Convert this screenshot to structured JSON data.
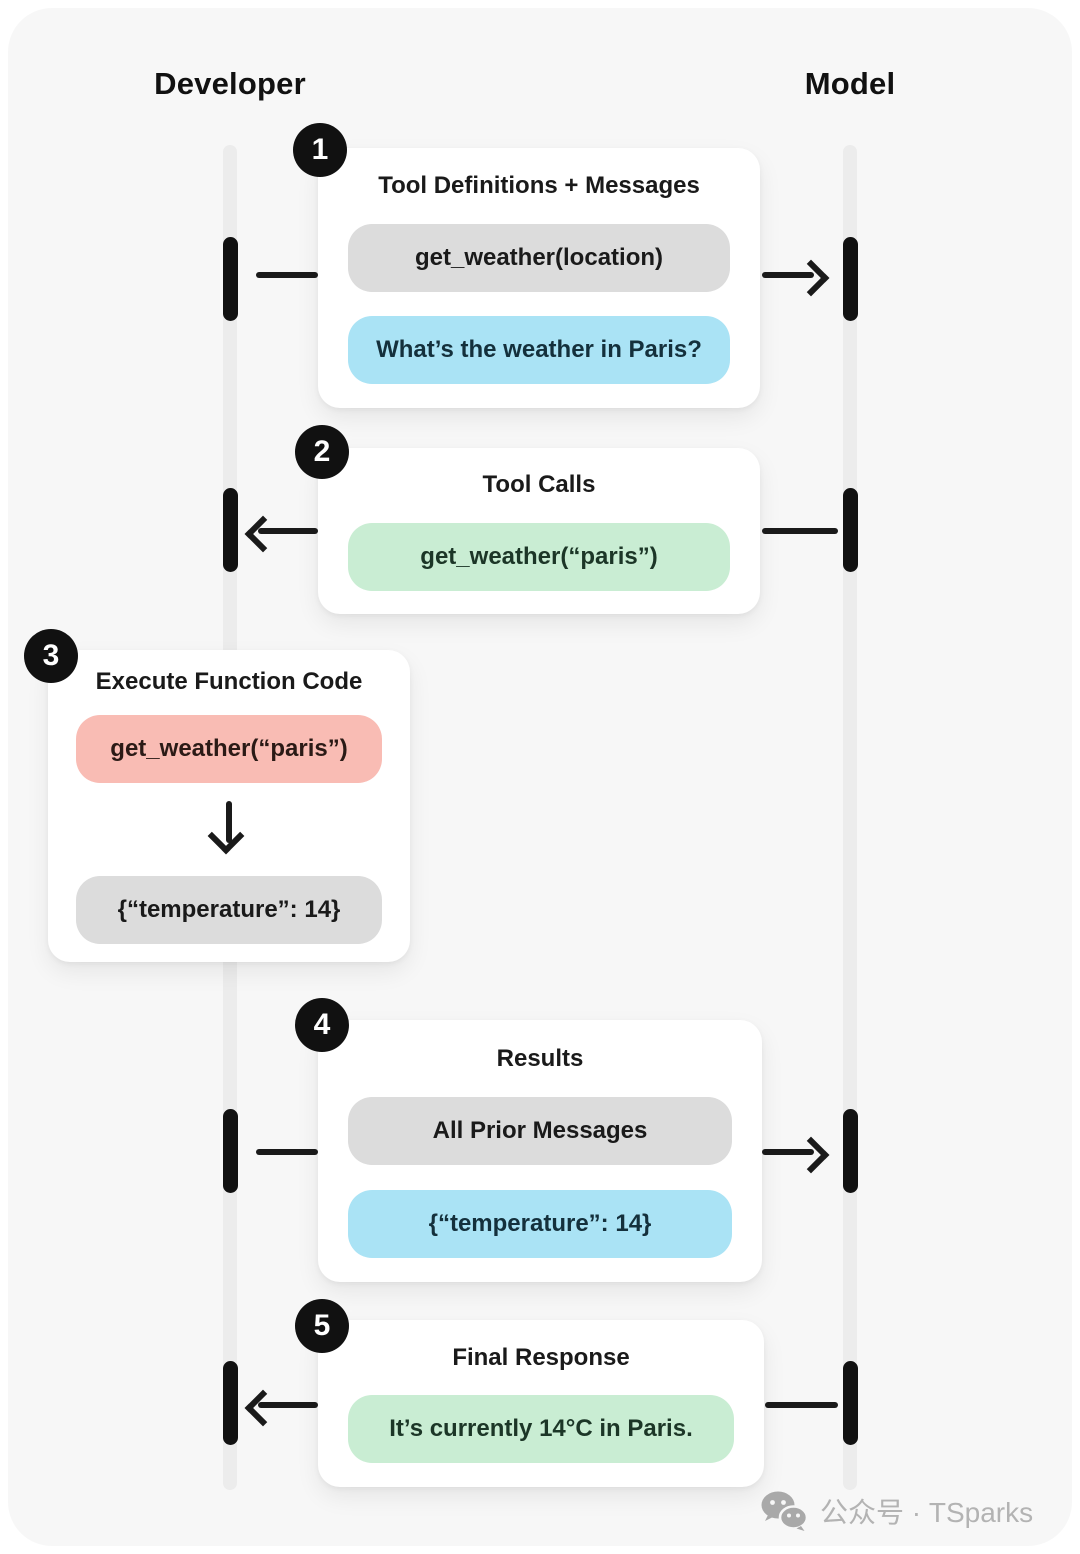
{
  "headers": {
    "developer": "Developer",
    "model": "Model"
  },
  "steps": {
    "s1": {
      "num": "1",
      "title": "Tool Definitions + Messages",
      "pill1": "get_weather(location)",
      "pill2": "What’s the weather in Paris?",
      "direction": "developer-to-model"
    },
    "s2": {
      "num": "2",
      "title": "Tool Calls",
      "pill1": "get_weather(“paris”)",
      "direction": "model-to-developer"
    },
    "s3": {
      "num": "3",
      "title": "Execute Function Code",
      "pill1": "get_weather(“paris”)",
      "pill2": "{“temperature”: 14}",
      "direction": "local-execution"
    },
    "s4": {
      "num": "4",
      "title": "Results",
      "pill1": "All Prior Messages",
      "pill2": "{“temperature”: 14}",
      "direction": "developer-to-model"
    },
    "s5": {
      "num": "5",
      "title": "Final Response",
      "pill1": "It’s currently 14°C in Paris.",
      "direction": "model-to-developer"
    }
  },
  "watermark": {
    "label": "公众号 · TSparks"
  },
  "colors": {
    "panel_bg": "#f7f7f7",
    "card_bg": "#ffffff",
    "pill_gray": "#dcdcdc",
    "pill_blue": "#aae3f5",
    "pill_green": "#c9edd3",
    "pill_red": "#f9bcb4",
    "badge": "#111111",
    "arrow": "#1a1a1a",
    "lifeline": "#ececec",
    "watermark_text": "#b3b3b3"
  }
}
